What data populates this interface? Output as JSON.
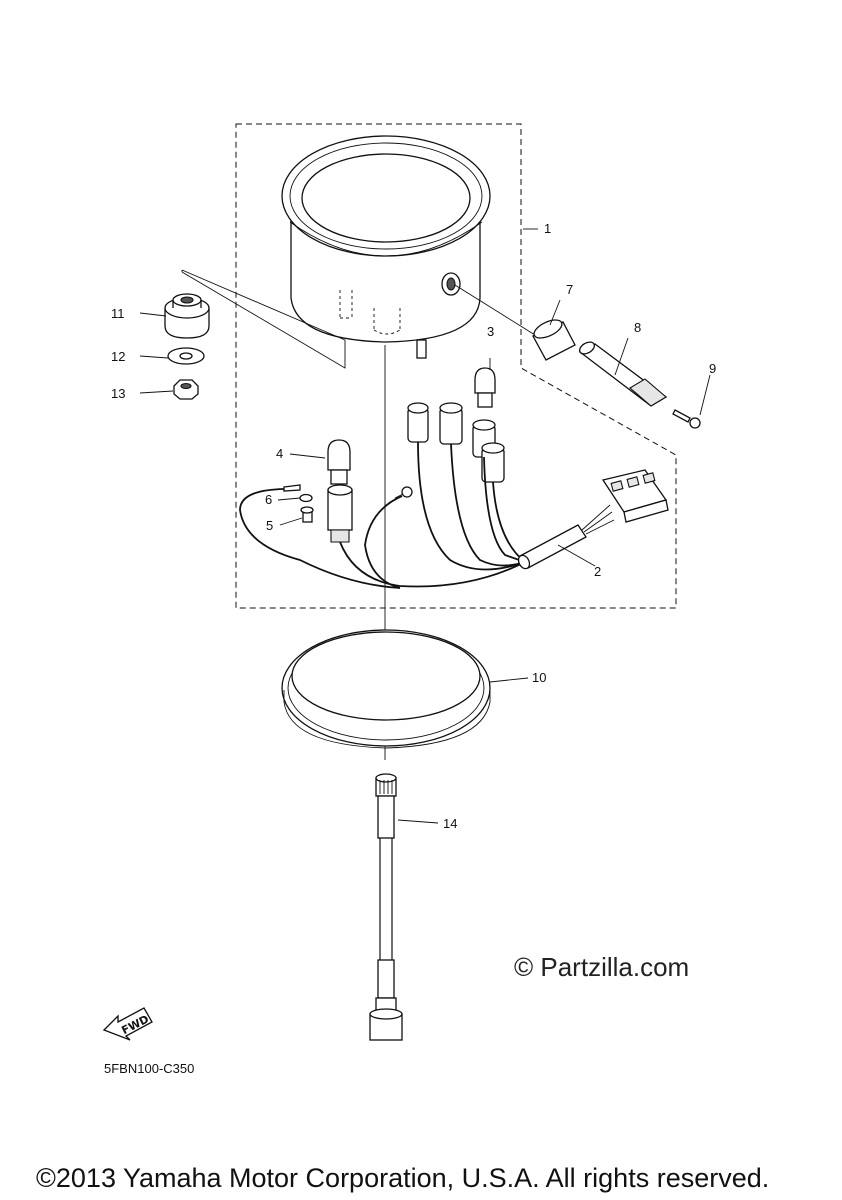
{
  "callouts": [
    {
      "id": "1",
      "label": "1"
    },
    {
      "id": "2",
      "label": "2"
    },
    {
      "id": "3",
      "label": "3"
    },
    {
      "id": "4",
      "label": "4"
    },
    {
      "id": "5",
      "label": "5"
    },
    {
      "id": "6",
      "label": "6"
    },
    {
      "id": "7",
      "label": "7"
    },
    {
      "id": "8",
      "label": "8"
    },
    {
      "id": "9",
      "label": "9"
    },
    {
      "id": "10",
      "label": "10"
    },
    {
      "id": "11",
      "label": "11"
    },
    {
      "id": "12",
      "label": "12"
    },
    {
      "id": "13",
      "label": "13"
    },
    {
      "id": "14",
      "label": "14"
    }
  ],
  "watermark": "© Partzilla.com",
  "fwd_label": "FWD",
  "diagram_code": "5FBN100-C350",
  "copyright": "©2013 Yamaha Motor Corporation, U.S.A. All rights reserved."
}
